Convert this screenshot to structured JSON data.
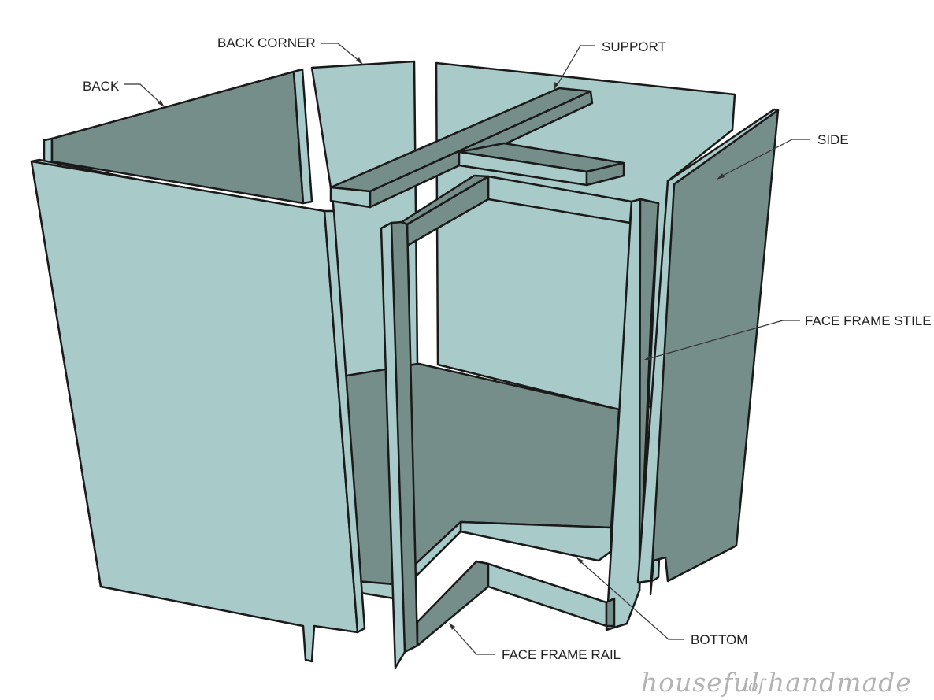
{
  "labels": {
    "back": "BACK",
    "back_corner": "BACK CORNER",
    "support": "SUPPORT",
    "side": "SIDE",
    "face_frame_stile": "FACE FRAME STILE",
    "bottom": "BOTTOM",
    "face_frame_rail": "FACE FRAME RAIL"
  },
  "watermark": {
    "word1": "houseful",
    "word2": "of",
    "word3": "handmade"
  },
  "colors": {
    "light_panel": "#a8cbc9",
    "dark_panel": "#758e8a",
    "outline": "#1a1a1a"
  }
}
